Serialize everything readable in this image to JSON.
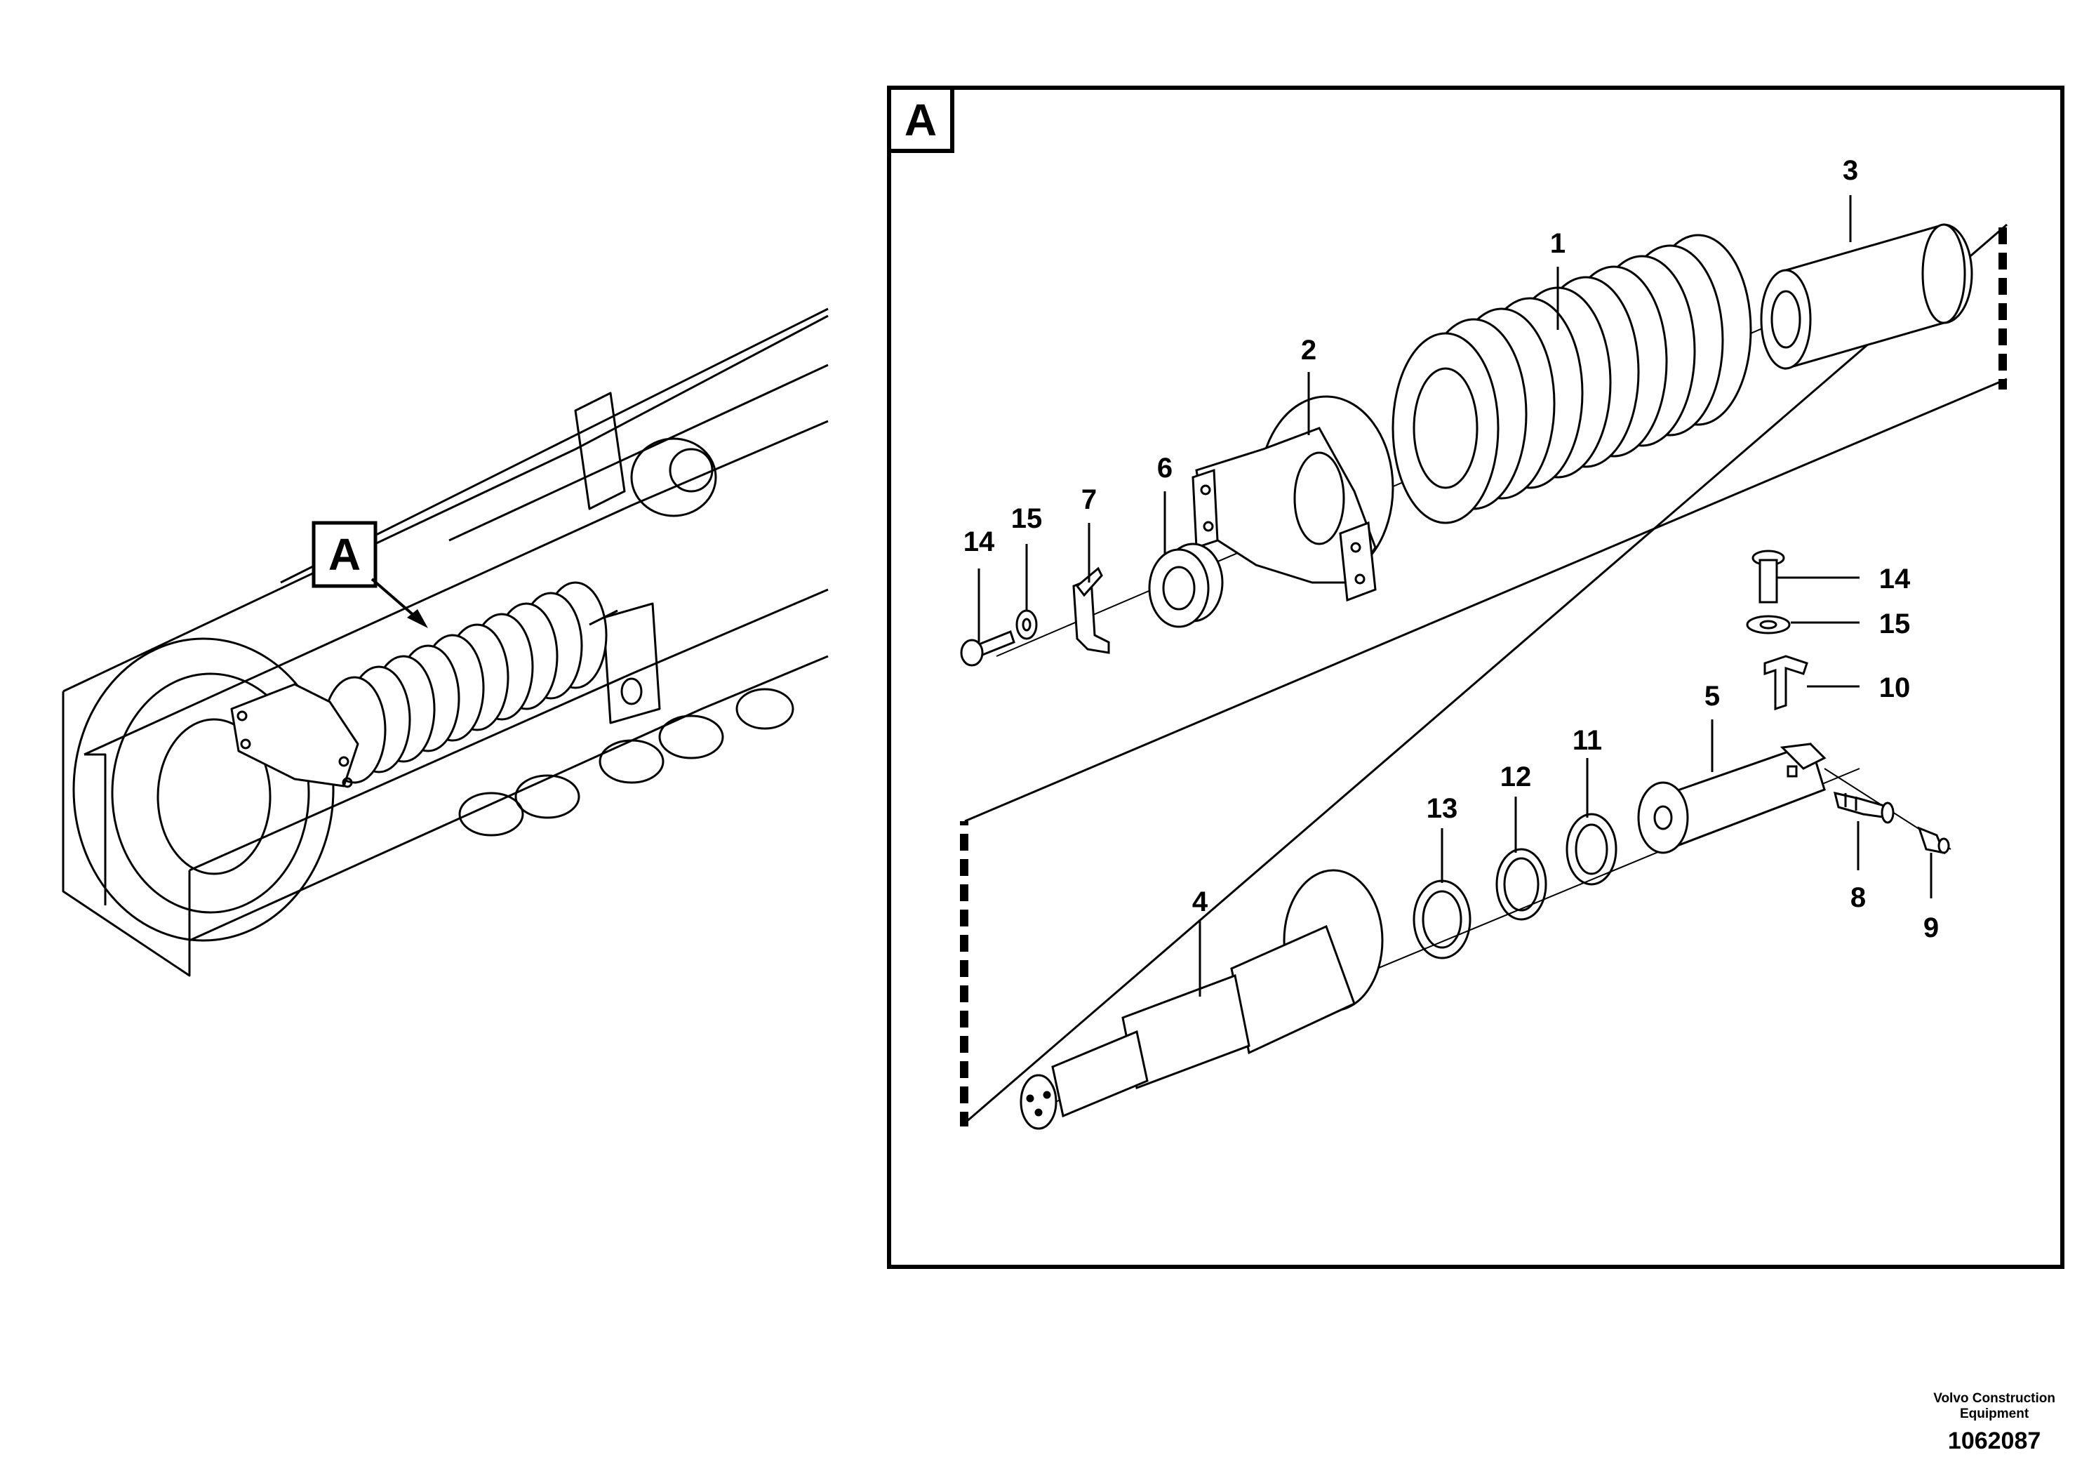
{
  "callouts": {
    "overview_marker": "A",
    "detail_view_marker": "A"
  },
  "parts": [
    {
      "id": "p1",
      "label": "1"
    },
    {
      "id": "p2",
      "label": "2"
    },
    {
      "id": "p3",
      "label": "3"
    },
    {
      "id": "p4",
      "label": "4"
    },
    {
      "id": "p5",
      "label": "5"
    },
    {
      "id": "p6",
      "label": "6"
    },
    {
      "id": "p7",
      "label": "7"
    },
    {
      "id": "p8",
      "label": "8"
    },
    {
      "id": "p9",
      "label": "9"
    },
    {
      "id": "p10",
      "label": "10"
    },
    {
      "id": "p11",
      "label": "11"
    },
    {
      "id": "p12",
      "label": "12"
    },
    {
      "id": "p13",
      "label": "13"
    },
    {
      "id": "p14a",
      "label": "14"
    },
    {
      "id": "p15a",
      "label": "15"
    },
    {
      "id": "p14b",
      "label": "14"
    },
    {
      "id": "p15b",
      "label": "15"
    }
  ],
  "footer": {
    "company_line1": "Volvo Construction",
    "company_line2": "Equipment",
    "document_number": "1062087"
  }
}
